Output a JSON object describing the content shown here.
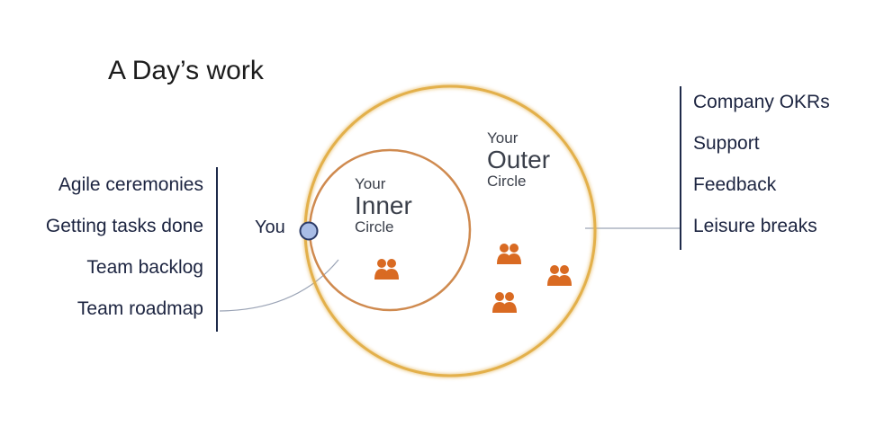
{
  "title": "A Day’s work",
  "left_items": [
    "Agile ceremonies",
    "Getting tasks done",
    "Team backlog",
    "Team roadmap"
  ],
  "right_items": [
    "Company OKRs",
    "Support",
    "Feedback",
    "Leisure breaks"
  ],
  "you_label": "You",
  "inner_circle": {
    "line1": "Your",
    "line2": "Inner",
    "line3": "Circle"
  },
  "outer_circle": {
    "line1": "Your",
    "line2": "Outer",
    "line3": "Circle"
  },
  "colors": {
    "outer_ring": "#e3b04b",
    "inner_ring": "#cf8a4f",
    "people": "#d96a22",
    "you_dot": "#a9bde6",
    "bars": "#1e2a4a",
    "connector": "#9aa3b5"
  },
  "icons": [
    "people-group-icon"
  ]
}
